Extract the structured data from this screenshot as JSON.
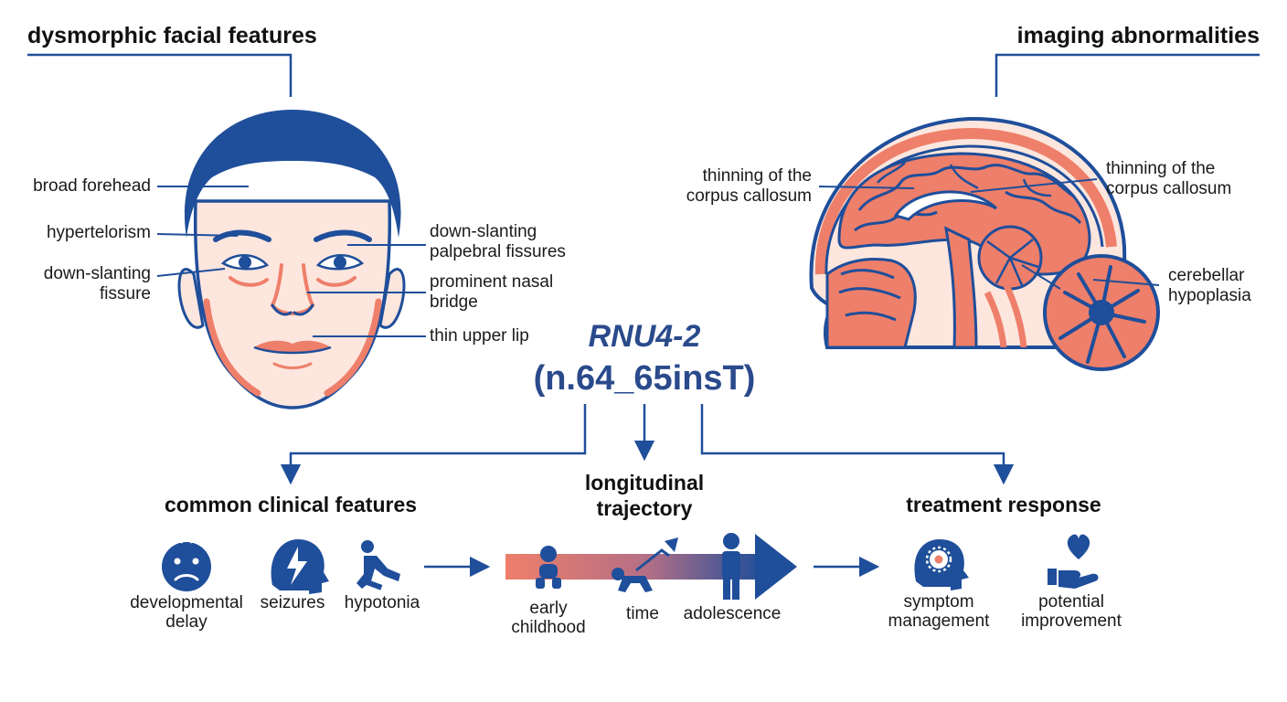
{
  "colors": {
    "navy": "#1f4e9a",
    "coral": "#ee7f6a",
    "skin": "#fde6de",
    "ink": "#111111"
  },
  "gene": {
    "name": "RNU4-2",
    "variant": "(n.64_65insT)"
  },
  "face": {
    "heading": "dysmorphic facial features",
    "labels": {
      "forehead": "broad forehead",
      "hypertelorism": "hypertelorism",
      "fissure_line1": "down-slanting",
      "fissure_line2": "fissure",
      "palpebral_line1": "down-slanting",
      "palpebral_line2": "palpebral fissures",
      "nasal_line1": "prominent nasal",
      "nasal_line2": "bridge",
      "lip": "thin upper lip"
    }
  },
  "imaging": {
    "heading": "imaging abnormalities",
    "labels": {
      "cc_left_line1": "thinning of the",
      "cc_left_line2": "corpus callosum",
      "cc_right_line1": "thinning of the",
      "cc_right_line2": "corpus callosum",
      "cerebellar_line1": "cerebellar",
      "cerebellar_line2": "hypoplasia"
    }
  },
  "clinical": {
    "heading": "common clinical features",
    "items": [
      {
        "icon": "baby-face-icon",
        "line1": "developmental",
        "line2": "delay"
      },
      {
        "icon": "head-lightning-icon",
        "line1": "seizures",
        "line2": ""
      },
      {
        "icon": "falling-person-icon",
        "line1": "hypotonia",
        "line2": ""
      }
    ]
  },
  "trajectory": {
    "heading_line1": "longitudinal",
    "heading_line2": "trajectory",
    "stages": [
      {
        "icon": "infant-icon",
        "line1": "early",
        "line2": "childhood"
      },
      {
        "icon": "crawling-child-icon",
        "line1": "time",
        "line2": ""
      },
      {
        "icon": "standing-person-icon",
        "line1": "adolescence",
        "line2": ""
      }
    ]
  },
  "treatment": {
    "heading": "treatment response",
    "items": [
      {
        "icon": "brain-gear-icon",
        "line1": "symptom",
        "line2": "management"
      },
      {
        "icon": "heart-hand-icon",
        "line1": "potential",
        "line2": "improvement"
      }
    ]
  }
}
